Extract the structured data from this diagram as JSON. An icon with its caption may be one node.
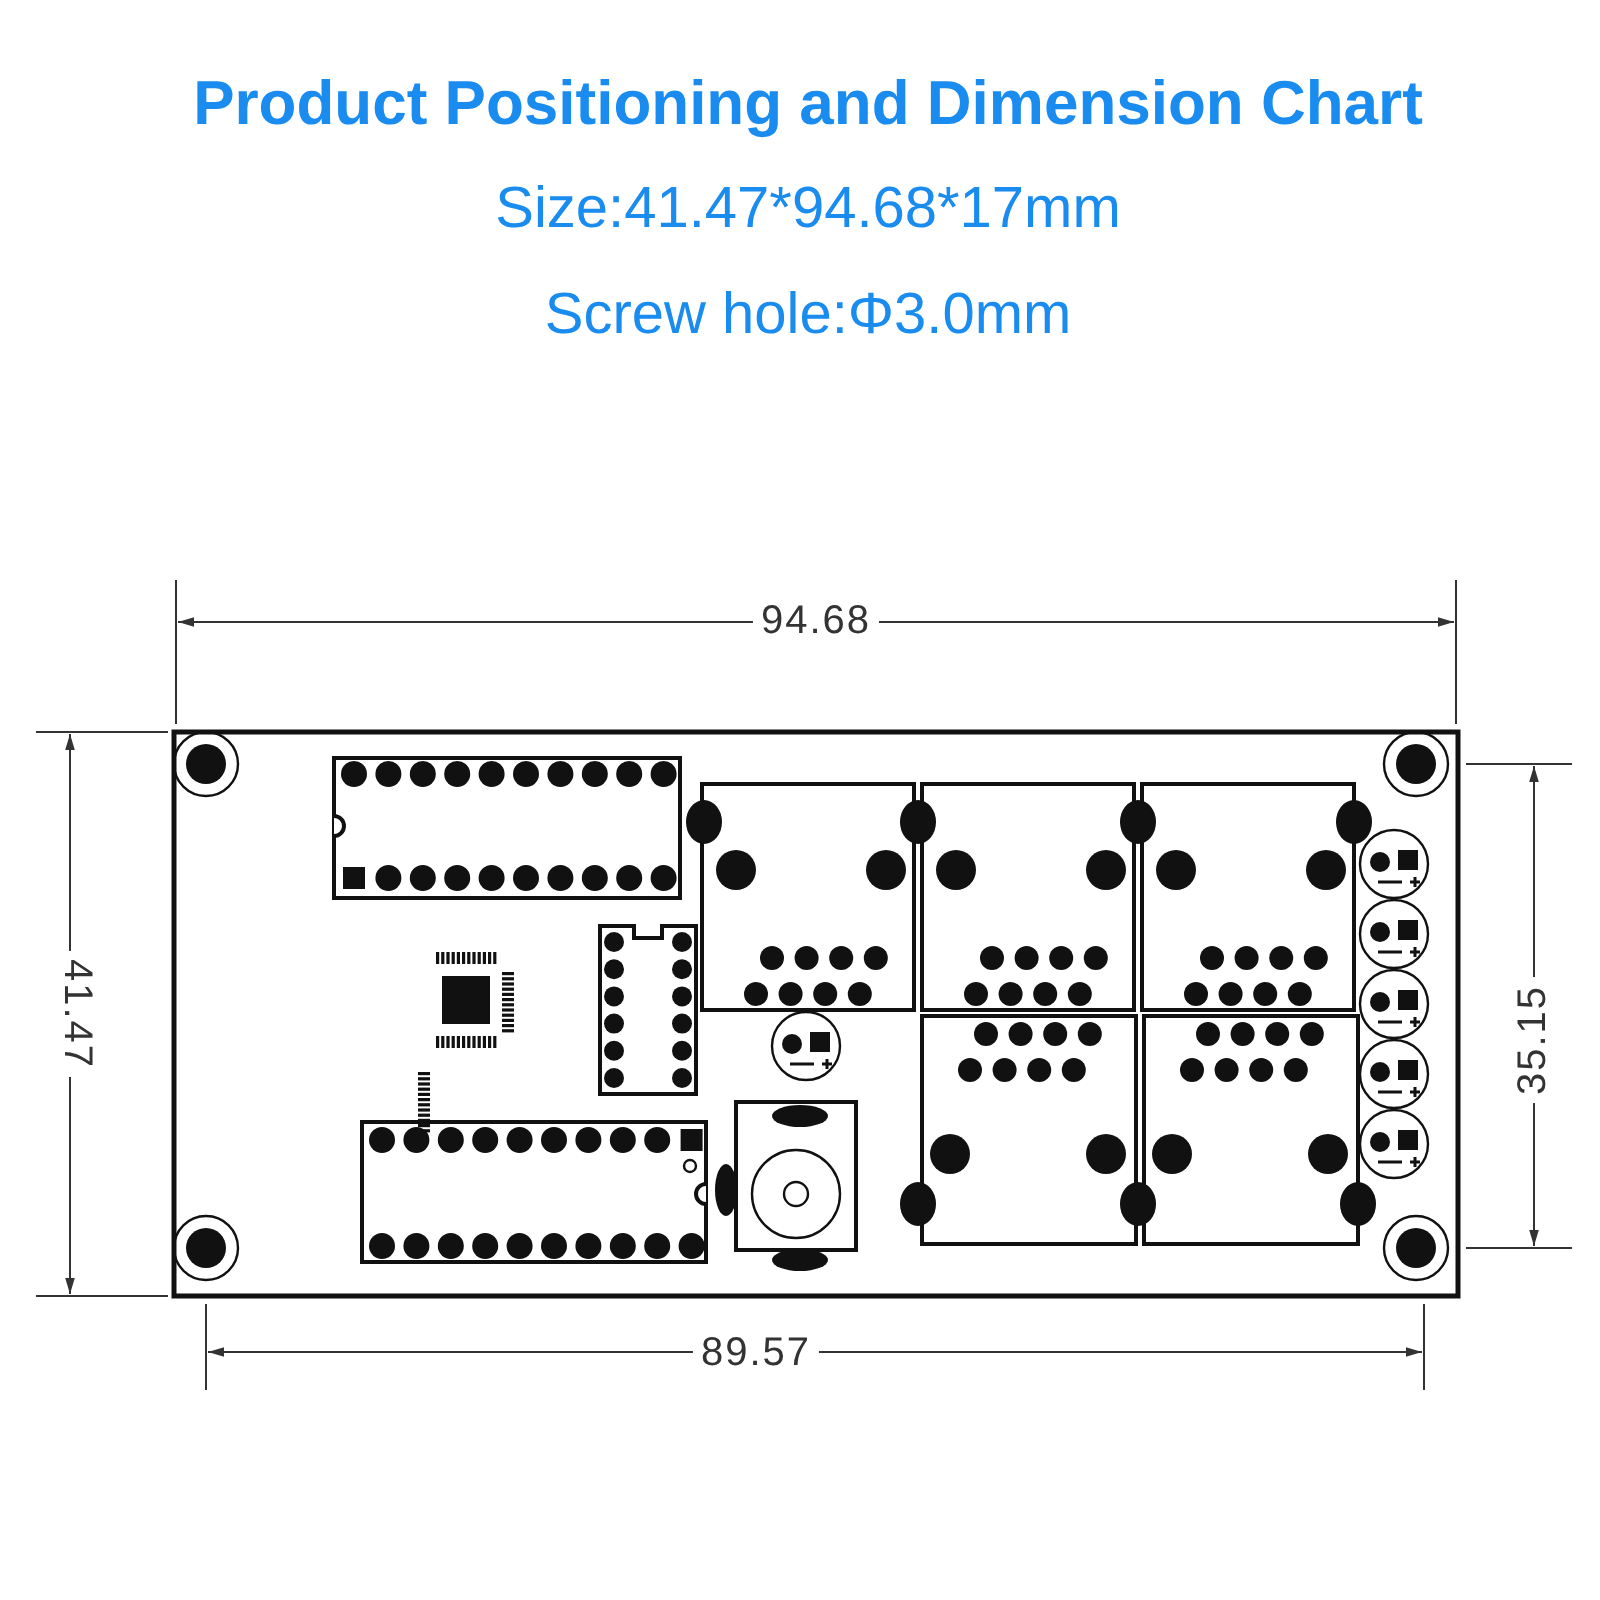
{
  "diagram": {
    "title": "Product Positioning and Dimension Chart",
    "labels": [
      "Size:41.47*94.68*17mm",
      "Screw hole:Φ3.0mm",
      "94.68",
      "41.47",
      "35.15",
      "89.57"
    ]
  }
}
